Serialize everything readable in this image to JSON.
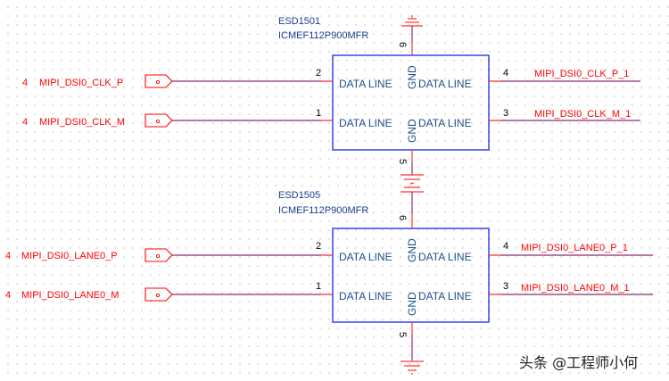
{
  "colors": {
    "wire": "#8b2c6a",
    "pin": "#ff3333",
    "body": "#3344ee",
    "net_label": "#ff0000",
    "ref_text": "#1a3d8f",
    "pin_label": "#1c4f8a"
  },
  "components": [
    {
      "designator": "ESD1501",
      "part": "ICMEF112P900MFR",
      "top_pin": "6",
      "bottom_pin": "5",
      "gnd_label": "GND",
      "pins": [
        {
          "num": "2",
          "label_left": "DATA LINE",
          "label_right": "DATA LINE",
          "right_num": "4"
        },
        {
          "num": "1",
          "label_left": "DATA LINE",
          "label_right": "DATA LINE",
          "right_num": "3"
        }
      ],
      "inputs": [
        {
          "sheet": "4",
          "net": "MIPI_DSI0_CLK_P"
        },
        {
          "sheet": "4",
          "net": "MIPI_DSI0_CLK_M"
        }
      ],
      "outputs": [
        {
          "net": "MIPI_DSI0_CLK_P_1"
        },
        {
          "net": "MIPI_DSI0_CLK_M_1"
        }
      ]
    },
    {
      "designator": "ESD1505",
      "part": "ICMEF112P900MFR",
      "top_pin": "6",
      "bottom_pin": "5",
      "gnd_label": "GND",
      "pins": [
        {
          "num": "2",
          "label_left": "DATA LINE",
          "label_right": "DATA LINE",
          "right_num": "4"
        },
        {
          "num": "1",
          "label_left": "DATA LINE",
          "label_right": "DATA LINE",
          "right_num": "3"
        }
      ],
      "inputs": [
        {
          "sheet": "4",
          "net": "MIPI_DSI0_LANE0_P"
        },
        {
          "sheet": "4",
          "net": "MIPI_DSI0_LANE0_M"
        }
      ],
      "outputs": [
        {
          "net": "MIPI_DSI0_LANE0_P_1"
        },
        {
          "net": "MIPI_DSI0_LANE0_M_1"
        }
      ]
    }
  ],
  "watermark": "头条 @工程师小何"
}
